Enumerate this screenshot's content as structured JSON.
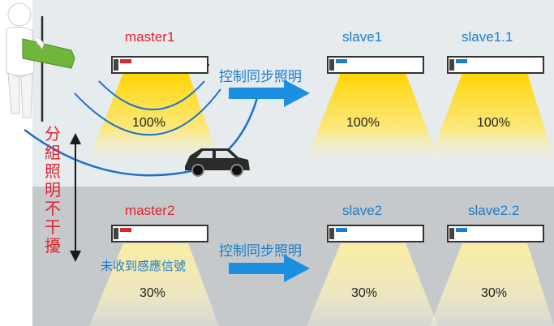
{
  "lights": {
    "master1": {
      "label": "master1",
      "percent": "100%"
    },
    "slave1": {
      "label": "slave1",
      "percent": "100%"
    },
    "slave1_1": {
      "label": "slave1.1",
      "percent": "100%"
    },
    "master2": {
      "label": "master2",
      "percent": "30%"
    },
    "slave2": {
      "label": "slave2",
      "percent": "30%"
    },
    "slave2_2": {
      "label": "slave2.2",
      "percent": "30%"
    }
  },
  "sync_label_top": "控制同步照明",
  "sync_label_bottom": "控制同步照明",
  "no_signal_label": "未收到感應信號",
  "group_note": [
    "分",
    "組",
    "照",
    "明",
    "不",
    "干",
    "擾"
  ],
  "colors": {
    "master_label": "#e0242c",
    "slave_label": "#1c7dc8",
    "arrow": "#1c8fe0",
    "wave": "#1f6fcf",
    "beam_full": "#ffd400",
    "beam_dim": "#ffe878",
    "top_band": "#e6ebee",
    "bottom_band": "#c5c9cc"
  },
  "icons": [
    "figure-with-sign-icon",
    "car-icon",
    "lamp-icon",
    "double-arrow-icon"
  ]
}
